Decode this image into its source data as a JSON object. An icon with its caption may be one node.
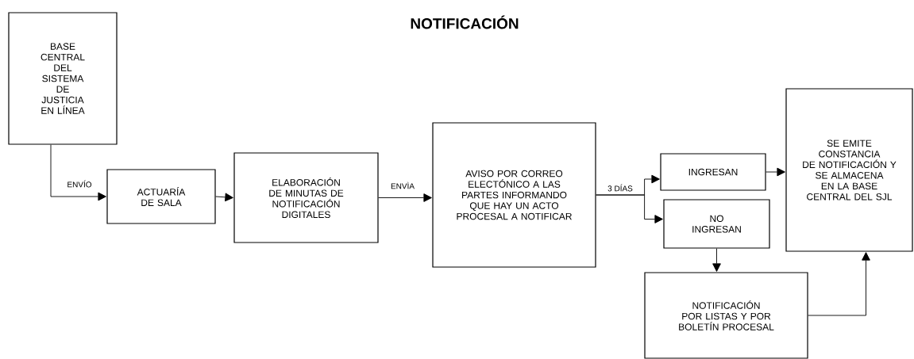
{
  "diagram": {
    "title": "NOTIFICACIÓN",
    "nodes": [
      {
        "text": [
          "BASE CENTRAL DEL SISTEMA DE JUSTICIA EN LÍNEA"
        ]
      },
      {
        "text": [
          "ACTUARÍA DE SALA"
        ]
      },
      {
        "text": [
          "ELABORACIÓN DE MINUTAS DE NOTIFICACIÓN DIGITALES"
        ]
      },
      {
        "text": [
          "AVISO POR CORREO ELECTÓNICO A LAS PARTES INFORMANDO QUE HAY UN ACTO PROCESAL A NOTIFICAR"
        ]
      },
      {
        "text": [
          "INGRESAN"
        ]
      },
      {
        "text": [
          "NO INGRESAN"
        ]
      },
      {
        "text": [
          "SE EMITE CONSTANCIA DE NOTIFICACIÓN Y SE ALMACENA EN LA BASE CENTRAL DEL SJL"
        ]
      },
      {
        "text": [
          "NOTIFICACIÓN POR LISTAS Y POR BOLETÍN PROCESAL"
        ]
      }
    ],
    "edges": [
      {
        "from": 0,
        "to": 1,
        "arrow": "to",
        "label": "ENVÍO"
      },
      {
        "from": 1,
        "to": 2,
        "arrow": "to"
      },
      {
        "from": 2,
        "to": 3,
        "arrow": "to",
        "label": "ENVÌA"
      },
      {
        "from": 3,
        "to": 4,
        "arrow": "to",
        "label": "3 DÍAS"
      },
      {
        "from": 3,
        "to": 5,
        "arrow": "to"
      },
      {
        "from": 4,
        "to": 6,
        "arrow": "to"
      },
      {
        "from": 5,
        "to": 7,
        "arrow": "to"
      },
      {
        "from": 7,
        "to": 6,
        "arrow": "to"
      }
    ]
  }
}
